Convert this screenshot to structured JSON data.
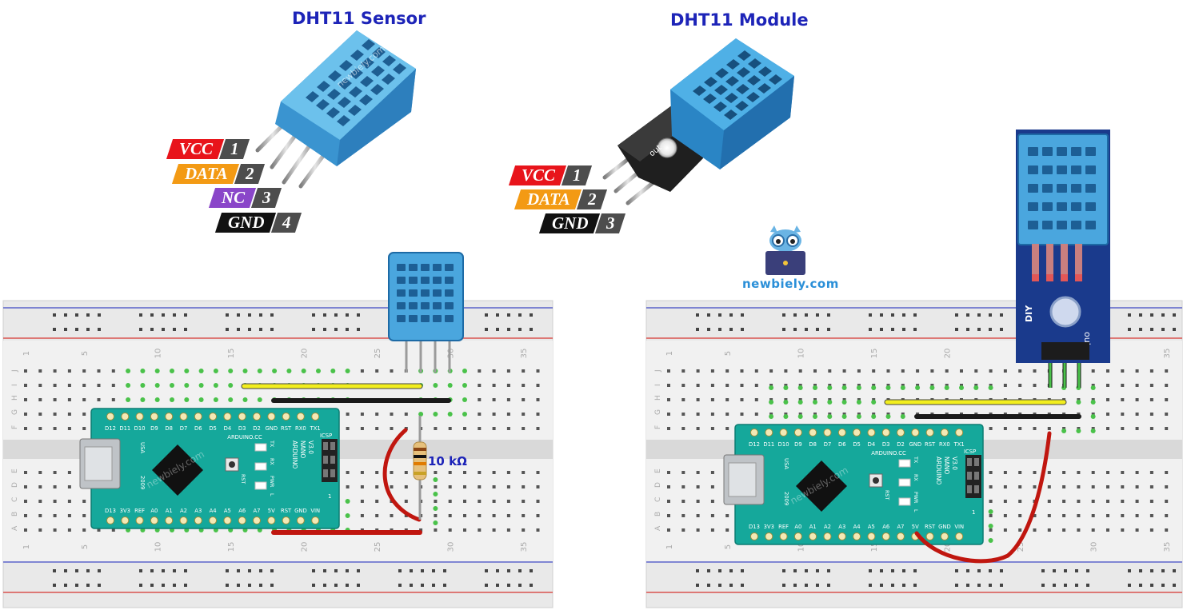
{
  "left": {
    "title": "DHT11 Sensor",
    "pins": [
      {
        "label": "VCC",
        "number": "1"
      },
      {
        "label": "DATA",
        "number": "2"
      },
      {
        "label": "NC",
        "number": "3"
      },
      {
        "label": "GND",
        "number": "4"
      }
    ],
    "resistor_label": "10 kΩ"
  },
  "right": {
    "title": "DHT11 Module",
    "pins": [
      {
        "label": "VCC",
        "number": "1"
      },
      {
        "label": "DATA",
        "number": "2"
      },
      {
        "label": "GND",
        "number": "3"
      }
    ]
  },
  "brand": {
    "name": "newbiely.com",
    "watermark": "newbiely.com"
  },
  "board": {
    "top_pins": [
      "D12",
      "D11",
      "D10",
      "D9",
      "D8",
      "D7",
      "D6",
      "D5",
      "D4",
      "D3",
      "D2",
      "GND",
      "RST",
      "RX0",
      "TX1"
    ],
    "bottom_pins": [
      "D13",
      "3V3",
      "REF",
      "A0",
      "A1",
      "A2",
      "A3",
      "A4",
      "A5",
      "A6",
      "A7",
      "5V",
      "RST",
      "GND",
      "VIN"
    ],
    "labels": [
      "ARDUINO.CC",
      "ARDUINO",
      "NANO",
      "V3.0",
      "ICSP",
      "USA",
      "2009",
      "TX",
      "RX",
      "PWR",
      "L",
      "RST",
      "1"
    ]
  },
  "breadboard": {
    "column_numbers": [
      "1",
      "5",
      "10",
      "15",
      "20",
      "25",
      "30",
      "35"
    ],
    "row_letters": [
      "J",
      "I",
      "H",
      "G",
      "F",
      "E",
      "D",
      "C",
      "B",
      "A"
    ]
  },
  "module_marks": {
    "text": "out",
    "brand": "DIY"
  },
  "colors": {
    "title": "#1d24b8",
    "vcc": "#e8141b",
    "data": "#f39a14",
    "nc": "#8a46c9",
    "gnd": "#111111",
    "board": "#15a89b",
    "sensor": "#4aa6de",
    "module_pcb": "#1a3a8c",
    "wire_yellow": "#f2ee1e",
    "wire_black": "#1a1a1a",
    "wire_red": "#c0160f"
  }
}
